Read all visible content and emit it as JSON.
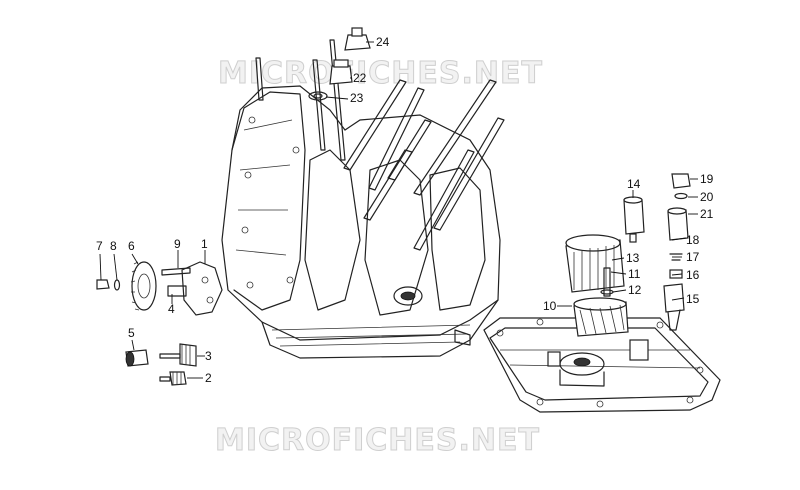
{
  "watermarks": [
    "MICROFICHES.NET",
    "MICROFICHES.NET"
  ],
  "callouts": [
    "1",
    "2",
    "3",
    "4",
    "5",
    "6",
    "7",
    "8",
    "9",
    "10",
    "11",
    "12",
    "13",
    "14",
    "15",
    "16",
    "17",
    "18",
    "19",
    "20",
    "21",
    "22",
    "23",
    "24"
  ]
}
